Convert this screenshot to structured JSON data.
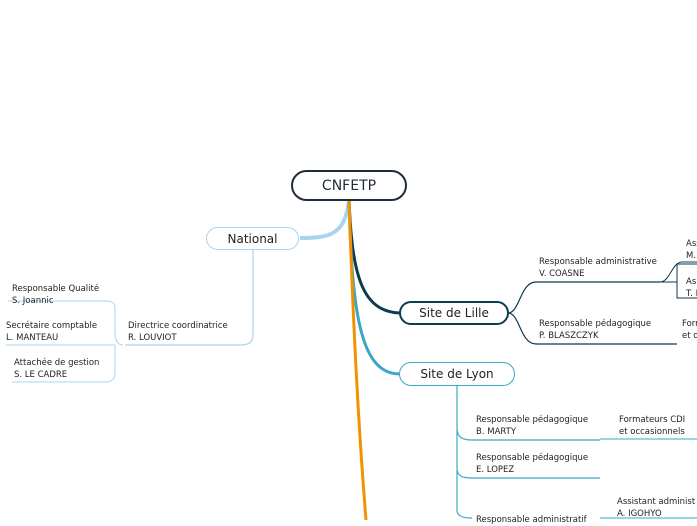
{
  "root": {
    "label": "CNFETP"
  },
  "national": {
    "label": "National",
    "directrice": {
      "role": "Directrice coordinatrice",
      "name": "R. LOUVIOT"
    },
    "children": [
      {
        "role": "Responsable Qualité",
        "name": "S. Joannic"
      },
      {
        "role": "Secrétaire comptable",
        "name": "L. MANTEAU"
      },
      {
        "role": "Attachée de gestion",
        "name": "S. LE CADRE"
      }
    ]
  },
  "lille": {
    "label": "Site de Lille",
    "admin": {
      "role": "Responsable administrative",
      "name": "V. COASNE"
    },
    "admin_children": [
      {
        "role": "Assi",
        "name": "M."
      },
      {
        "role": "As",
        "name": "T. I"
      }
    ],
    "peda": {
      "role": "Responsable pédagogique",
      "name": "P. BLASZCZYK"
    },
    "peda_child": {
      "line1": "Forr",
      "line2": "et o"
    }
  },
  "lyon": {
    "label": "Site de Lyon",
    "peda1": {
      "role": "Responsable pédagogique",
      "name": "B. MARTY"
    },
    "formateurs": {
      "line1": "Formateurs CDI",
      "line2": "et occasionnels"
    },
    "peda2": {
      "role": "Responsable pédagogique",
      "name": "E. LOPEZ"
    },
    "assistant": {
      "line1": "Assistant administ",
      "line2": "A. IGOHYO"
    },
    "admin_partial": "Responsable administratif"
  },
  "colors": {
    "root_border": "#1f2d3a",
    "national": "#a8d4ef",
    "lille": "#0d3b4f",
    "lyon": "#3aa7c9",
    "orange": "#f39200"
  }
}
